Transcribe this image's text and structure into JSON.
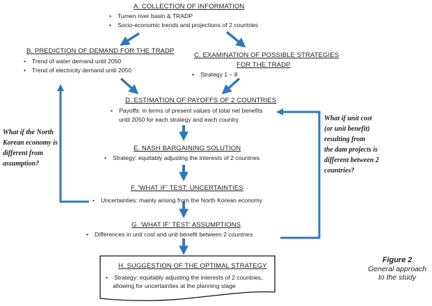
{
  "colors": {
    "arrow": "#2E78B8",
    "text": "#222222"
  },
  "steps": {
    "A": {
      "title": "A.  COLLECTION  OF INFORMATION",
      "bullets": [
        "Tumen river basin & TRADP",
        "Socio-economic trends and projections of 2 countries"
      ]
    },
    "B": {
      "title": "B.  PREDICTION OF DEMAND FOR THE TRADP",
      "bullets": [
        "Trend of water demand until 2050",
        "Trend of electricity demand until 2050"
      ]
    },
    "C": {
      "title_line1": "C.  EXAMINATION OF POSSIBLE STRATEGIES",
      "title_line2": "FOR THE TRADP",
      "bullets": [
        "Strategy 1 – 8"
      ]
    },
    "D": {
      "title": "D.  ESTIMATION OF PAYOFFS OF 2 COUNTRIES",
      "bullet_line1": "Payoffs: in terms of present values of total net benefits",
      "bullet_line2": "until 2050 for each strategy and each country"
    },
    "E": {
      "title": "E.  NASH BARGAINING SOLUTION",
      "bullets": [
        "Strategy: equitably adjusting the interests of 2 countries"
      ]
    },
    "F": {
      "title": "F.  'WHAT IF' TEST: UNCERTAINTIES",
      "bullets": [
        "Uncertainties: mainly arising from the North Korean economy"
      ]
    },
    "G": {
      "title": "G.  'WHAT IF' TEST: ASSUMPTIONS",
      "bullets": [
        "Differences in unit cost and unit benefit between 2 countries"
      ]
    },
    "H": {
      "title": "H.  SUGGESTION OF THE OPTIMAL STRATEGY",
      "bullet_line1": "Strategy: equitably adjusting the interests of 2 countries,",
      "bullet_line2": "allowing for uncertainties at the planning stage"
    }
  },
  "feedback": {
    "left_question": [
      "What if the North",
      "Korean economy is",
      "different from",
      "assumption?"
    ],
    "right_question": [
      "What if unit cost",
      "(or unit benefit)",
      "resulting from",
      "the  dam projects is",
      "different between 2",
      "countries?"
    ]
  },
  "caption": {
    "label": "Figure 2",
    "line1": "General approach",
    "line2": "to the study"
  },
  "bullet_char": "•"
}
